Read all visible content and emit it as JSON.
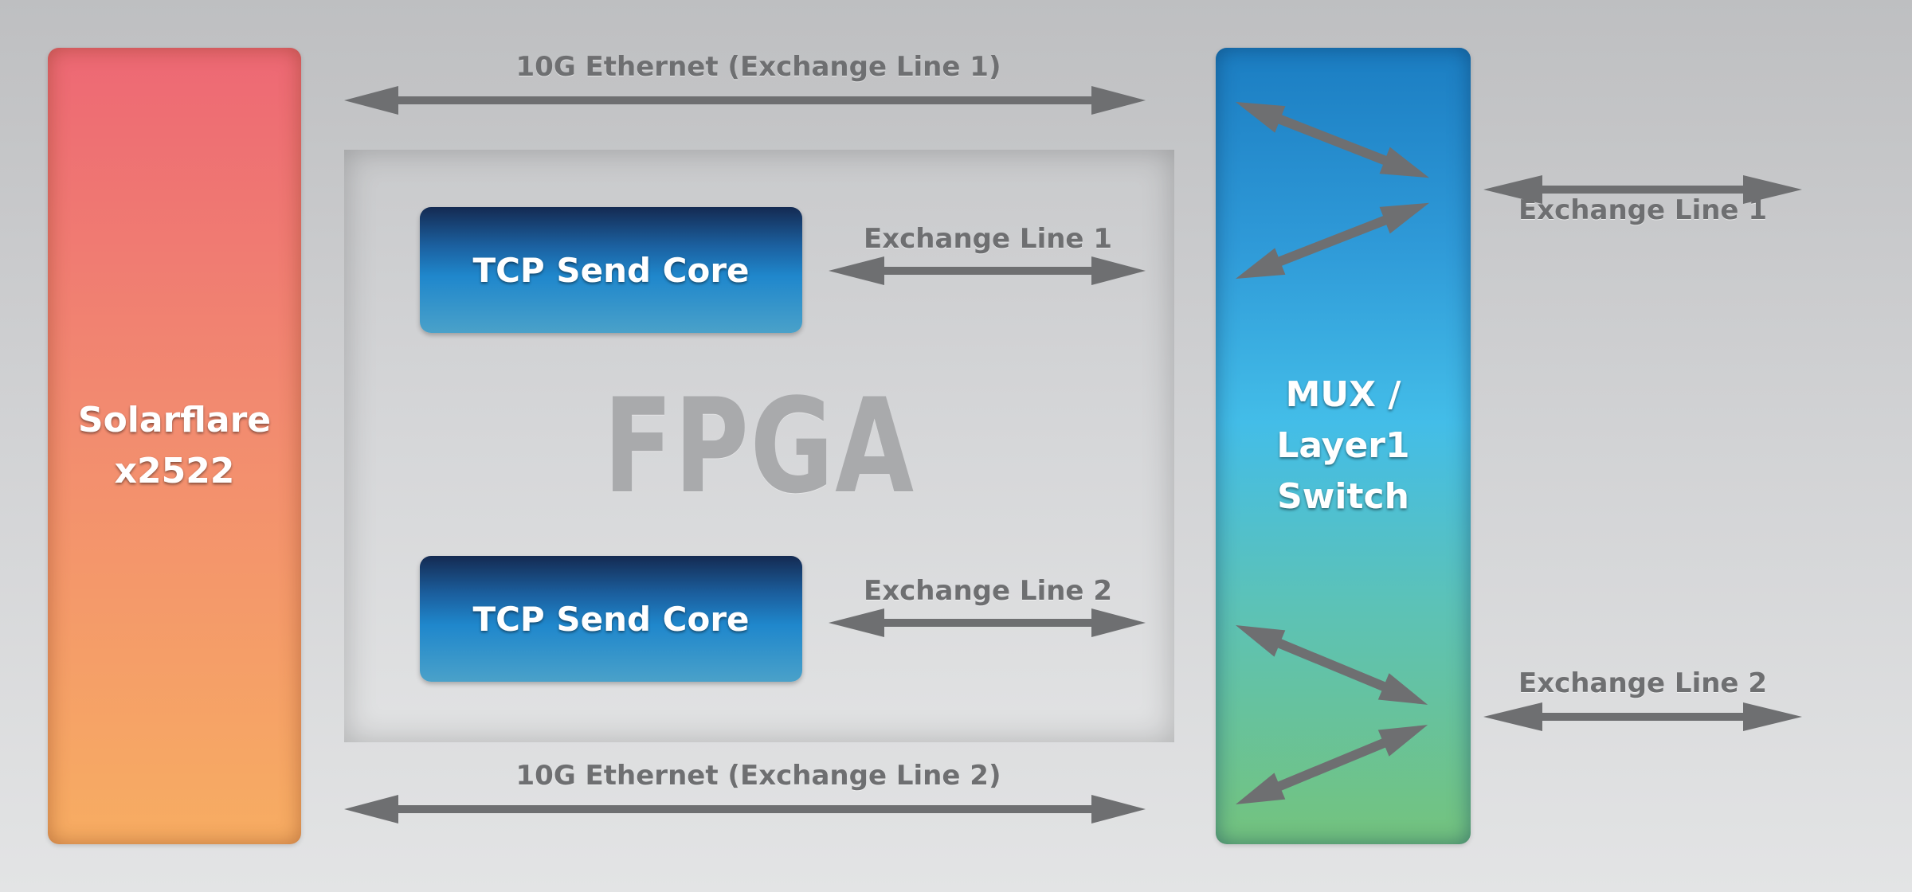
{
  "nodes": {
    "solarflare": "Solarflare\nx2522",
    "fpga": "FPGA",
    "tcp_core_1": "TCP Send Core",
    "tcp_core_2": "TCP Send Core",
    "mux": "MUX / Layer1\nSwitch"
  },
  "links": {
    "eth_line_1": "10G Ethernet (Exchange Line 1)",
    "eth_line_2": "10G Ethernet (Exchange Line 2)",
    "core_line_1": "Exchange Line 1",
    "core_line_2": "Exchange Line 2",
    "out_line_1": "Exchange Line 1",
    "out_line_2": "Exchange Line 2"
  },
  "colors": {
    "arrow": "#6e6f71",
    "solarflare_top": "#ed6874",
    "solarflare_bottom": "#f7ad62",
    "mux_top": "#1b7dc2",
    "mux_bottom": "#74c37d",
    "tcp_core": "#1f87cc"
  }
}
